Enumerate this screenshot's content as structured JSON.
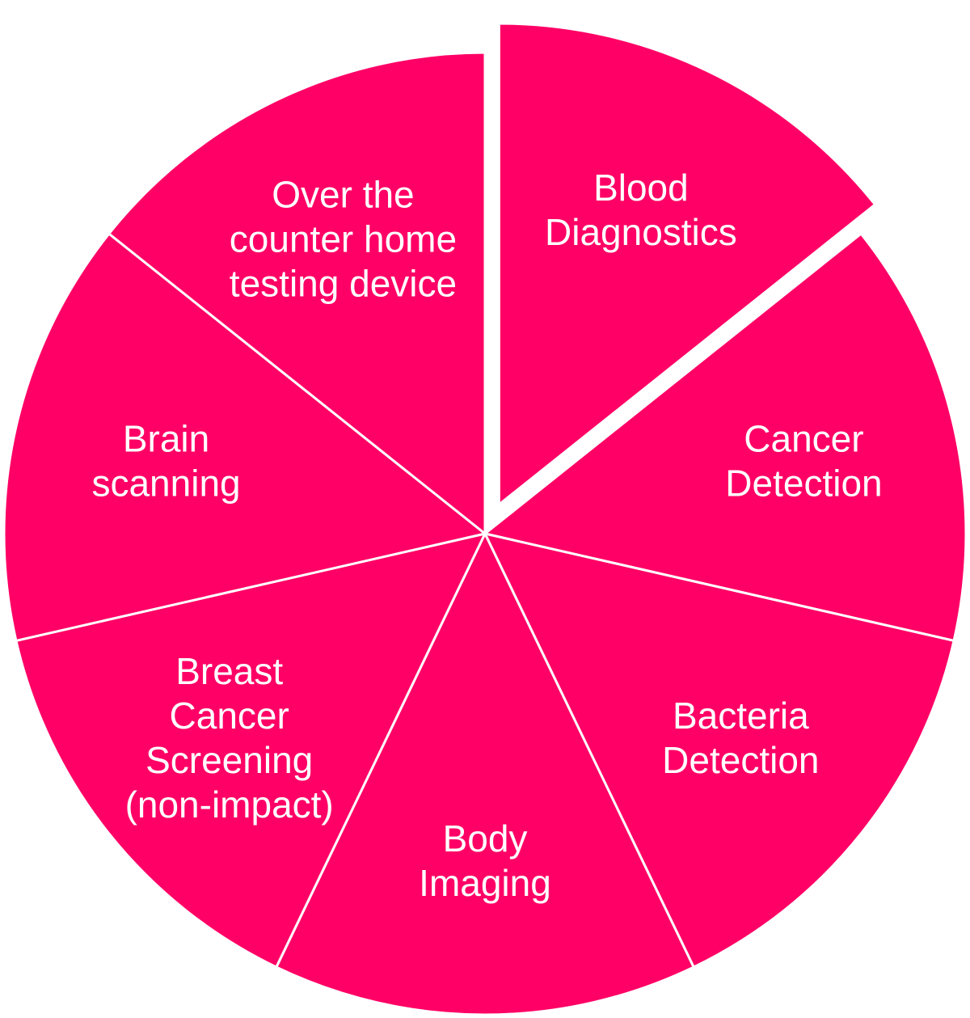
{
  "chart_data": {
    "type": "pie",
    "title": "",
    "categories": [
      "Blood Diagnostics",
      "Cancer Detection",
      "Bacteria Detection",
      "Body Imaging",
      "Breast Cancer Screening (non-impact)",
      "Brain scanning",
      "Over the counter home testing device"
    ],
    "values": [
      1,
      1,
      1,
      1,
      1,
      1,
      1
    ],
    "exploded": [
      "Blood Diagnostics"
    ],
    "slices": [
      {
        "label_lines": [
          "Blood",
          "Diagnostics"
        ]
      },
      {
        "label_lines": [
          "Cancer",
          "Detection"
        ]
      },
      {
        "label_lines": [
          "Bacteria",
          "Detection"
        ]
      },
      {
        "label_lines": [
          "Body",
          "Imaging"
        ]
      },
      {
        "label_lines": [
          "Breast",
          "Cancer",
          "Screening",
          "(non-impact)"
        ]
      },
      {
        "label_lines": [
          "Brain",
          "scanning"
        ]
      },
      {
        "label_lines": [
          "Over the",
          "counter home",
          "testing device"
        ]
      }
    ],
    "colors": {
      "slice_fill": "#FF0066",
      "separator": "#ffffff",
      "label_text": "#ffffff"
    },
    "legend": "none"
  }
}
